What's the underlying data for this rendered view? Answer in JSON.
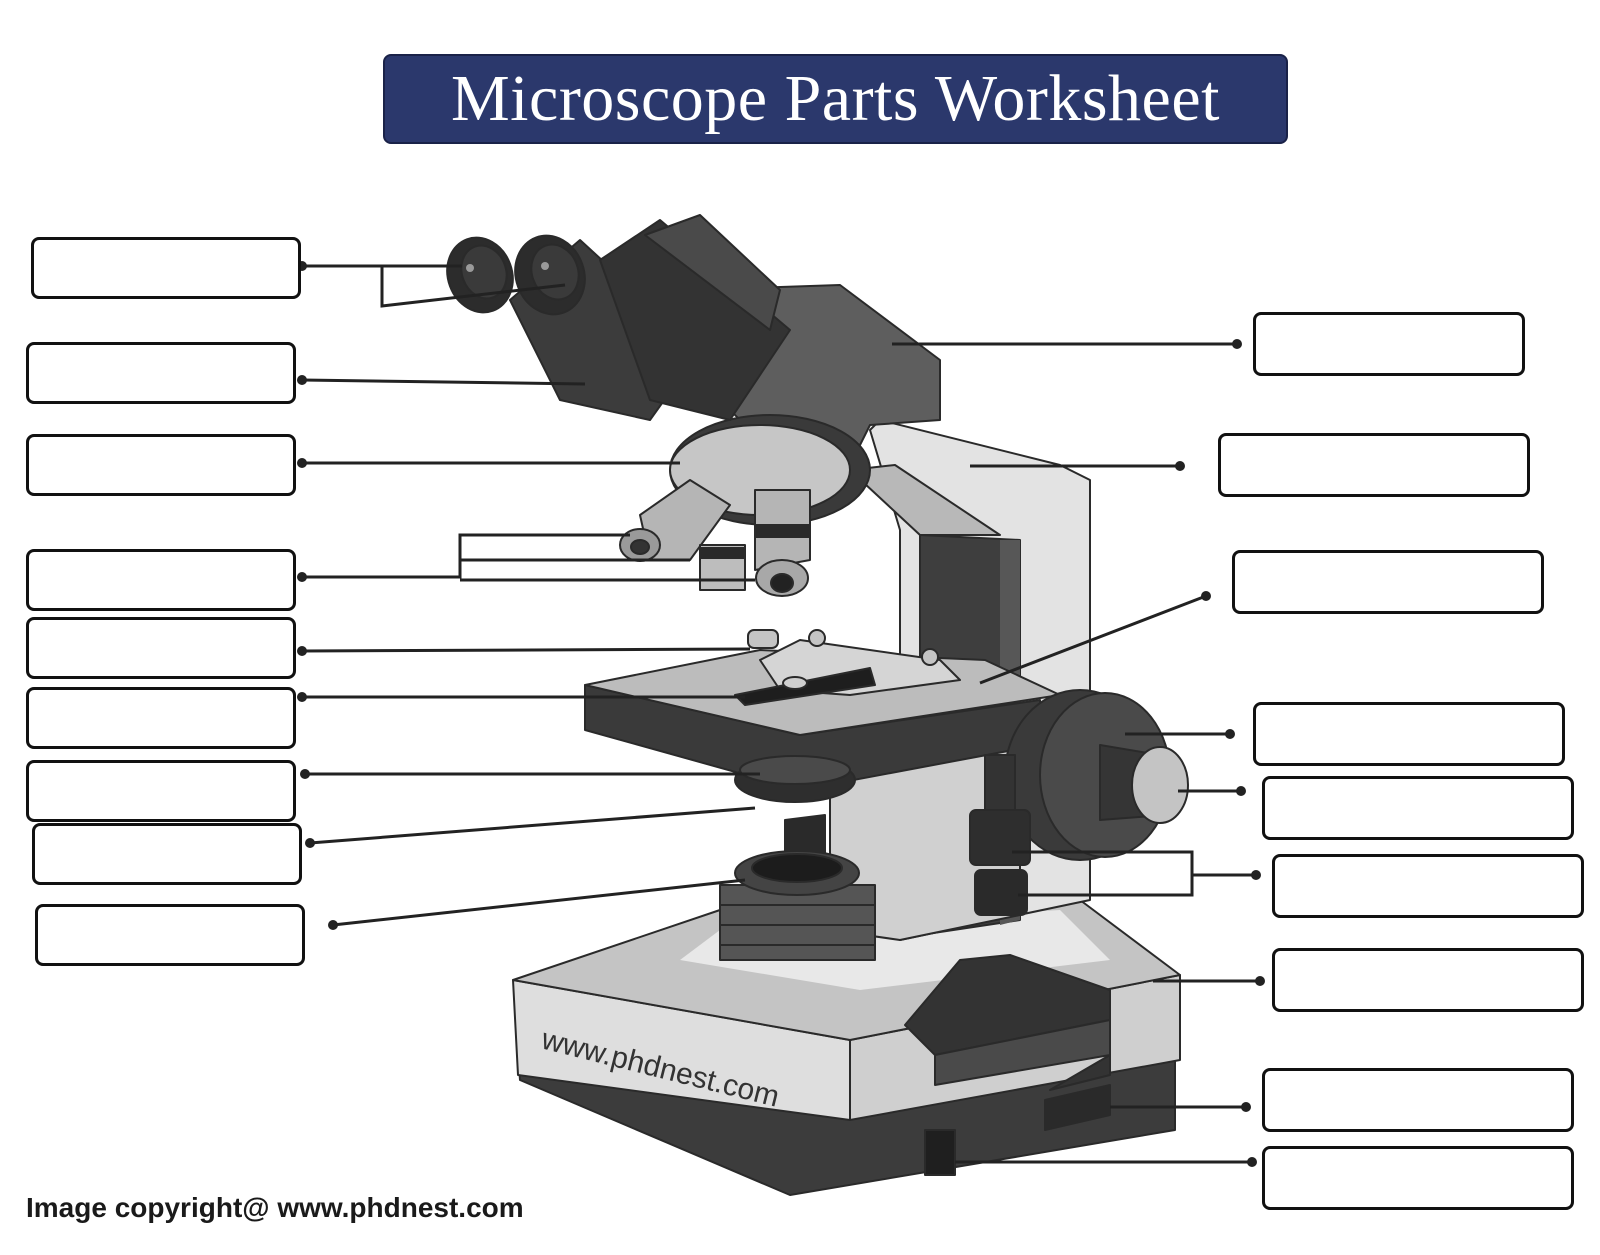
{
  "title": "Microscope Parts Worksheet",
  "colors": {
    "banner": "#2b386c",
    "banner_border": "#1a2248",
    "box_border": "#111111",
    "leader_line": "#222222",
    "dark": "#3a3a3a",
    "mid": "#6a6a6a",
    "light": "#c8c8c8",
    "lighter": "#e2e2e2"
  },
  "watermark": "www.phdnest.com",
  "copyright": "Image copyright@ www.phdnest.com",
  "label_boxes": {
    "left": [
      {
        "id": "L1",
        "points_to": "eyepieces",
        "value": ""
      },
      {
        "id": "L2",
        "points_to": "eyepiece tube",
        "value": ""
      },
      {
        "id": "L3",
        "points_to": "revolving nosepiece",
        "value": ""
      },
      {
        "id": "L4",
        "points_to": "objective lenses",
        "value": ""
      },
      {
        "id": "L5",
        "points_to": "stage clip",
        "value": ""
      },
      {
        "id": "L6",
        "points_to": "aperture",
        "value": ""
      },
      {
        "id": "L7",
        "points_to": "condenser",
        "value": ""
      },
      {
        "id": "L8",
        "points_to": "diaphragm",
        "value": ""
      },
      {
        "id": "L9",
        "points_to": "light source",
        "value": ""
      }
    ],
    "right": [
      {
        "id": "R1",
        "points_to": "head",
        "value": ""
      },
      {
        "id": "R2",
        "points_to": "arm",
        "value": ""
      },
      {
        "id": "R3",
        "points_to": "stage",
        "value": ""
      },
      {
        "id": "R4",
        "points_to": "coarse adjustment knob",
        "value": ""
      },
      {
        "id": "R5",
        "points_to": "fine adjustment knob",
        "value": ""
      },
      {
        "id": "R6",
        "points_to": "stage control knobs",
        "value": ""
      },
      {
        "id": "R7",
        "points_to": "base",
        "value": ""
      },
      {
        "id": "R8",
        "points_to": "brightness adjustment",
        "value": ""
      },
      {
        "id": "R9",
        "points_to": "power switch",
        "value": ""
      }
    ]
  }
}
